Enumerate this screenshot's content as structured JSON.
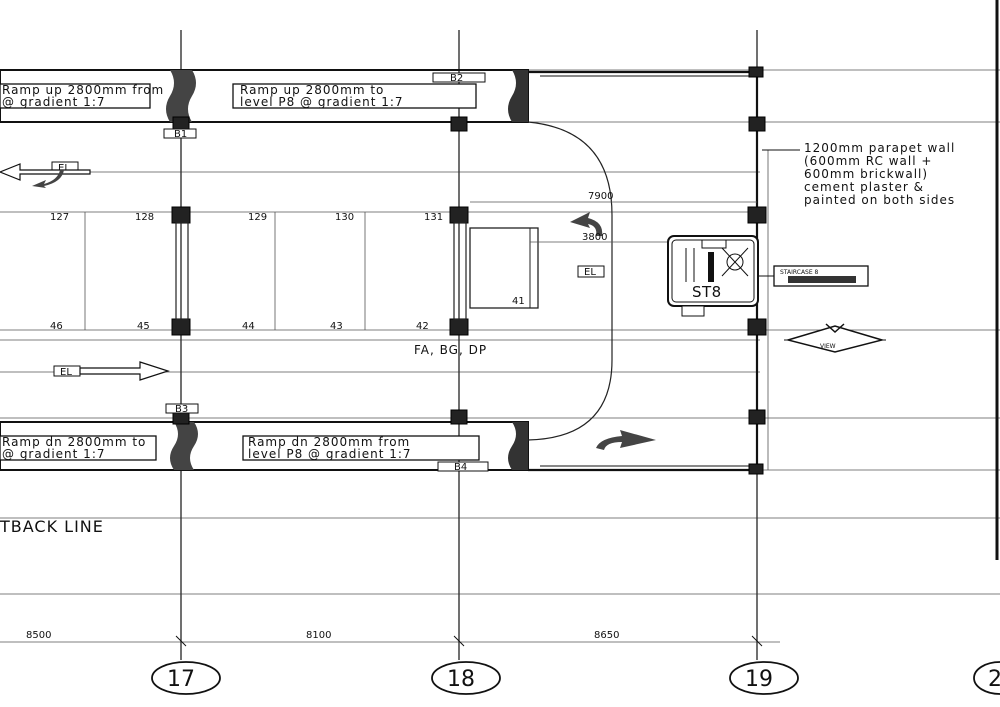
{
  "ramps": {
    "top_left_line1": "Ramp up 2800mm from",
    "top_left_line2": "@ gradient 1:7",
    "top_mid_line1": "Ramp up 2800mm to",
    "top_mid_line2": "level P8 @ gradient 1:7",
    "bot_left_line1": "Ramp dn 2800mm to",
    "bot_left_line2": "@ gradient 1:7",
    "bot_mid_line1": "Ramp dn 2800mm from",
    "bot_mid_line2": "level P8 @ gradient 1:7"
  },
  "parapet_note": [
    "1200mm parapet wall",
    "(600mm RC wall +",
    "600mm brickwall)",
    "cement plaster &",
    "painted on both sides"
  ],
  "bays_top": [
    "127",
    "128",
    "129",
    "130",
    "131"
  ],
  "bays_bottom": [
    "46",
    "45",
    "44",
    "43",
    "42"
  ],
  "bay_side": "41",
  "services": "FA, BG, DP",
  "el_tag": "EL",
  "staircase_id": "ST8",
  "staircase_tag": "STAIRCASE 8",
  "dims": {
    "d7900": "7900",
    "d3800": "3800"
  },
  "setback": "TBACK LINE",
  "bottom_dims": [
    "8500",
    "8100",
    "8650"
  ],
  "grid_labels": [
    "17",
    "18",
    "19",
    "2"
  ],
  "col_tags": {
    "b1": "B1",
    "b2": "B2",
    "b3": "B3",
    "b4": "B4"
  },
  "view_marker": "VIEW"
}
